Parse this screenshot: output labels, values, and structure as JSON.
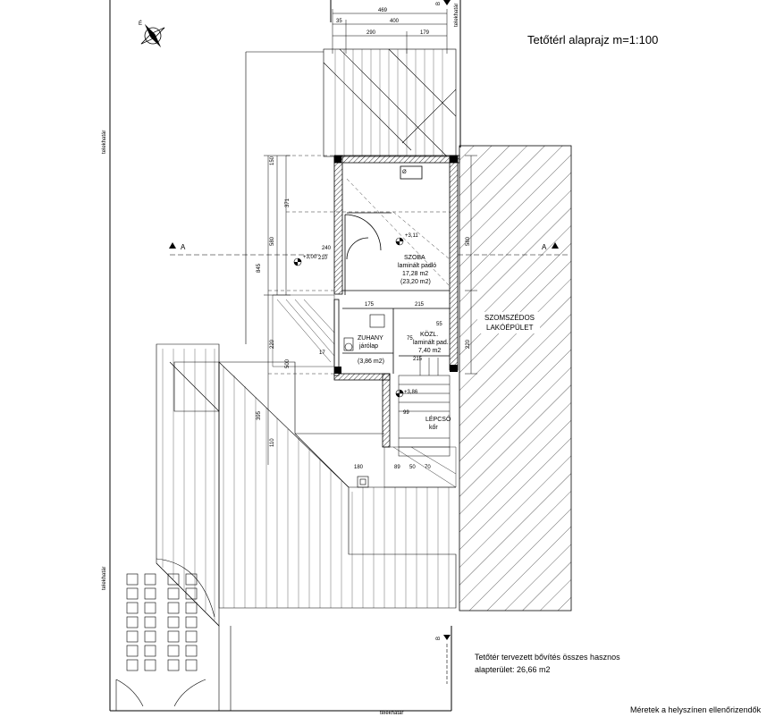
{
  "title": "Tetőtérl alaprajz m=1:100",
  "boundary_label": "telekhatár",
  "section_marker": "A",
  "section_b_marker": "B",
  "neighbor_label": "SZOMSZÉDOS LAKÓÉPÜLET",
  "neighbor_line1": "SZOMSZÉDOS",
  "neighbor_line2": "LAKÓÉPÜLET",
  "rooms": {
    "szoba": {
      "name": "SZOBA",
      "floor": "laminált padló",
      "area1": "17,28 m2",
      "area2": "(23,20 m2)",
      "level": "+3,11"
    },
    "zuhany": {
      "name": "ZUHANY",
      "floor": "járólap",
      "area": "(3,86 m2)"
    },
    "kozl": {
      "name": "KÖZL.",
      "floor": "laminált pad.",
      "area": "7,40 m2"
    },
    "lepcso": {
      "name": "LÉPCSŐ",
      "floor": "kőr"
    }
  },
  "levels": {
    "stair": "+3,86",
    "left": "+3,00"
  },
  "dims": {
    "top": [
      "469",
      "35",
      "400",
      "290",
      "179"
    ],
    "left": [
      "845",
      "580",
      "371",
      "150",
      "220",
      "500",
      "395",
      "110"
    ],
    "right": [
      "580",
      "220",
      "55"
    ],
    "inner": [
      "240",
      "210",
      "175",
      "215",
      "75",
      "99",
      "180",
      "89",
      "70",
      "50",
      "17",
      "215"
    ]
  },
  "summary": {
    "line1": "Tetőtér tervezett bővítés összes hasznos",
    "line2": "alapterület: 26,66 m2"
  },
  "footer_note": "Méretek a helyszínen ellenőrizendők"
}
